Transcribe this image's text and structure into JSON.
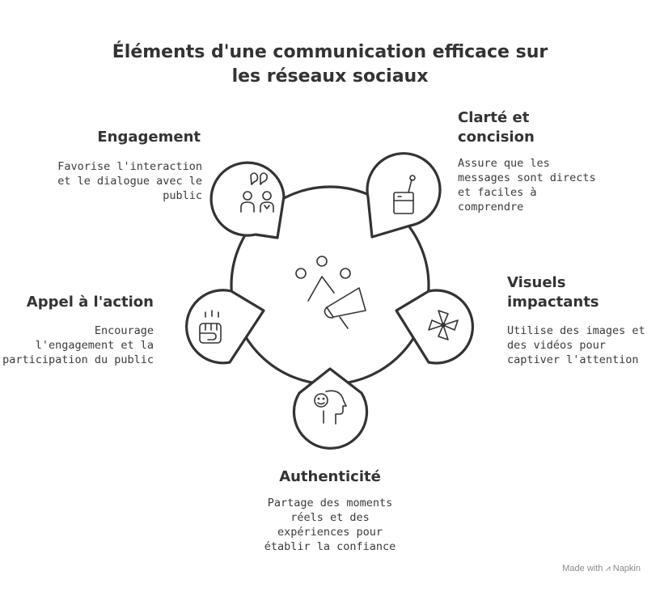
{
  "title_lines": [
    "Éléments d'une communication efficace sur",
    "les réseaux sociaux"
  ],
  "items": [
    {
      "heading": "Engagement",
      "description": "Favorise l'interaction\net le dialogue avec le\npublic",
      "icon": "people-talking-icon"
    },
    {
      "heading": "Clarté et concision",
      "heading_lines": [
        "Clarté et",
        "concision"
      ],
      "description": "Assure que les\nmessages sont directs\net faciles à\ncomprendre",
      "icon": "drink-glass-icon"
    },
    {
      "heading": "Visuels impactants",
      "heading_lines": [
        "Visuels",
        "impactants"
      ],
      "description": "Utilise des images et\ndes vidéos pour\ncaptiver l'attention",
      "icon": "pinwheel-icon"
    },
    {
      "heading": "Authenticité",
      "description": "Partage des moments\nréels et des\nexpériences pour\nétablir la confiance",
      "icon": "head-smile-icon"
    },
    {
      "heading": "Appel à l'action",
      "description": "Encourage\nl'engagement et la\nparticipation du public",
      "icon": "fist-icon"
    }
  ],
  "center_icon": "megaphone-audience-icon",
  "footer": {
    "made_with": "Made with",
    "brand": "Napkin"
  }
}
